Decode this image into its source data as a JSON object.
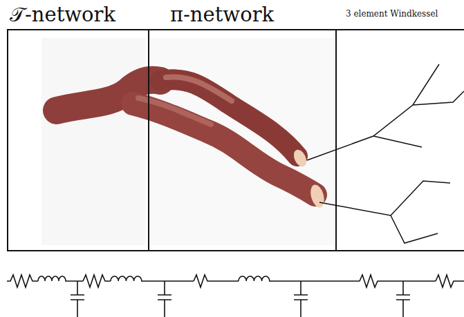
{
  "diagram": {
    "nodes": [
      {
        "text": [
          "𝒯-network"
        ]
      },
      {
        "text": [
          "π-network"
        ]
      },
      {
        "text": [
          "3 element Windkessel"
        ]
      }
    ]
  }
}
